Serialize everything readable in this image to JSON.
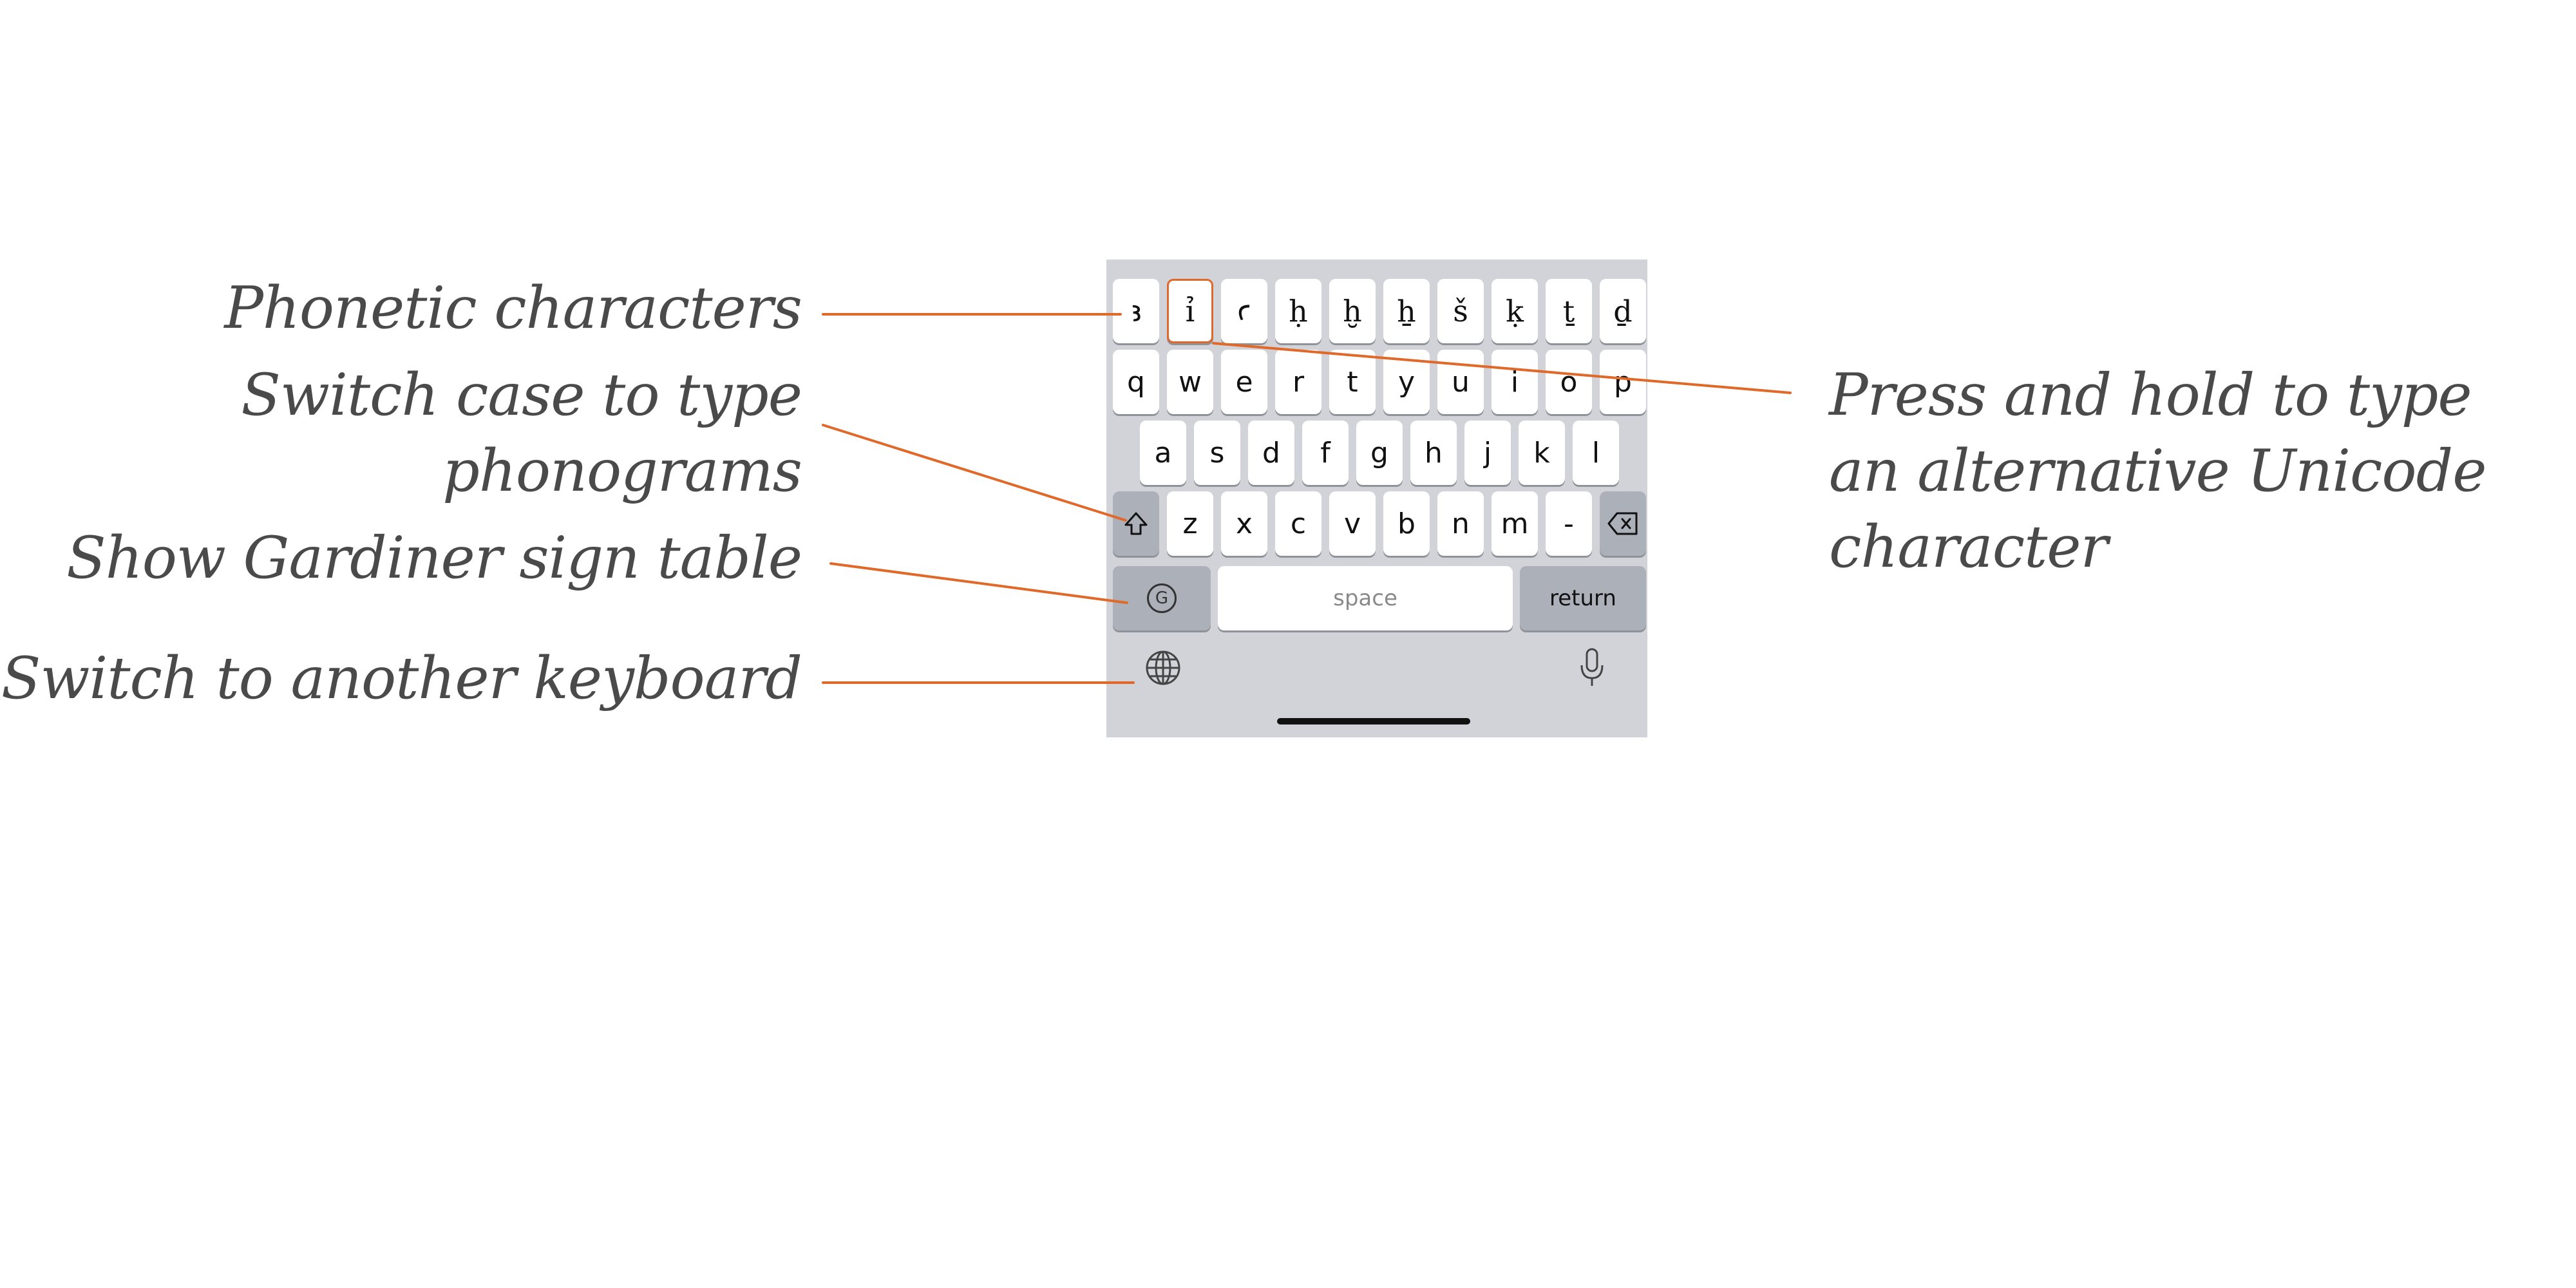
{
  "annotations": {
    "phonetic": "Phonetic characters",
    "switch_case_line1": "Switch case to type",
    "switch_case_line2": "phonograms",
    "gardiner": "Show Gardiner sign table",
    "switch_keyboard": "Switch to another keyboard",
    "press_hold_line1": "Press and hold to type",
    "press_hold_line2": "an alternative Unicode",
    "press_hold_line3": "character"
  },
  "keyboard": {
    "row1": [
      "ꜣ",
      "ỉ",
      "ꜥ",
      "ḥ",
      "ḫ",
      "ẖ",
      "š",
      "ḳ",
      "ṯ",
      "ḏ"
    ],
    "row2": [
      "q",
      "w",
      "e",
      "r",
      "t",
      "y",
      "u",
      "i",
      "o",
      "p"
    ],
    "row3": [
      "a",
      "s",
      "d",
      "f",
      "g",
      "h",
      "j",
      "k",
      "l"
    ],
    "row4": [
      "z",
      "x",
      "c",
      "v",
      "b",
      "n",
      "m",
      "-"
    ],
    "gardiner_key": "G",
    "space_label": "space",
    "return_label": "return"
  },
  "icons": {
    "shift": "shift-arrow-icon",
    "backspace": "backspace-icon",
    "gardiner": "circled-g-icon",
    "globe": "globe-icon",
    "microphone": "microphone-icon"
  },
  "colors": {
    "accent": "#e0692a",
    "keyboard_bg": "#d1d3d9",
    "key_bg": "#ffffff",
    "dark_key_bg": "#abb0b9",
    "label_text": "#4a4a4a"
  }
}
